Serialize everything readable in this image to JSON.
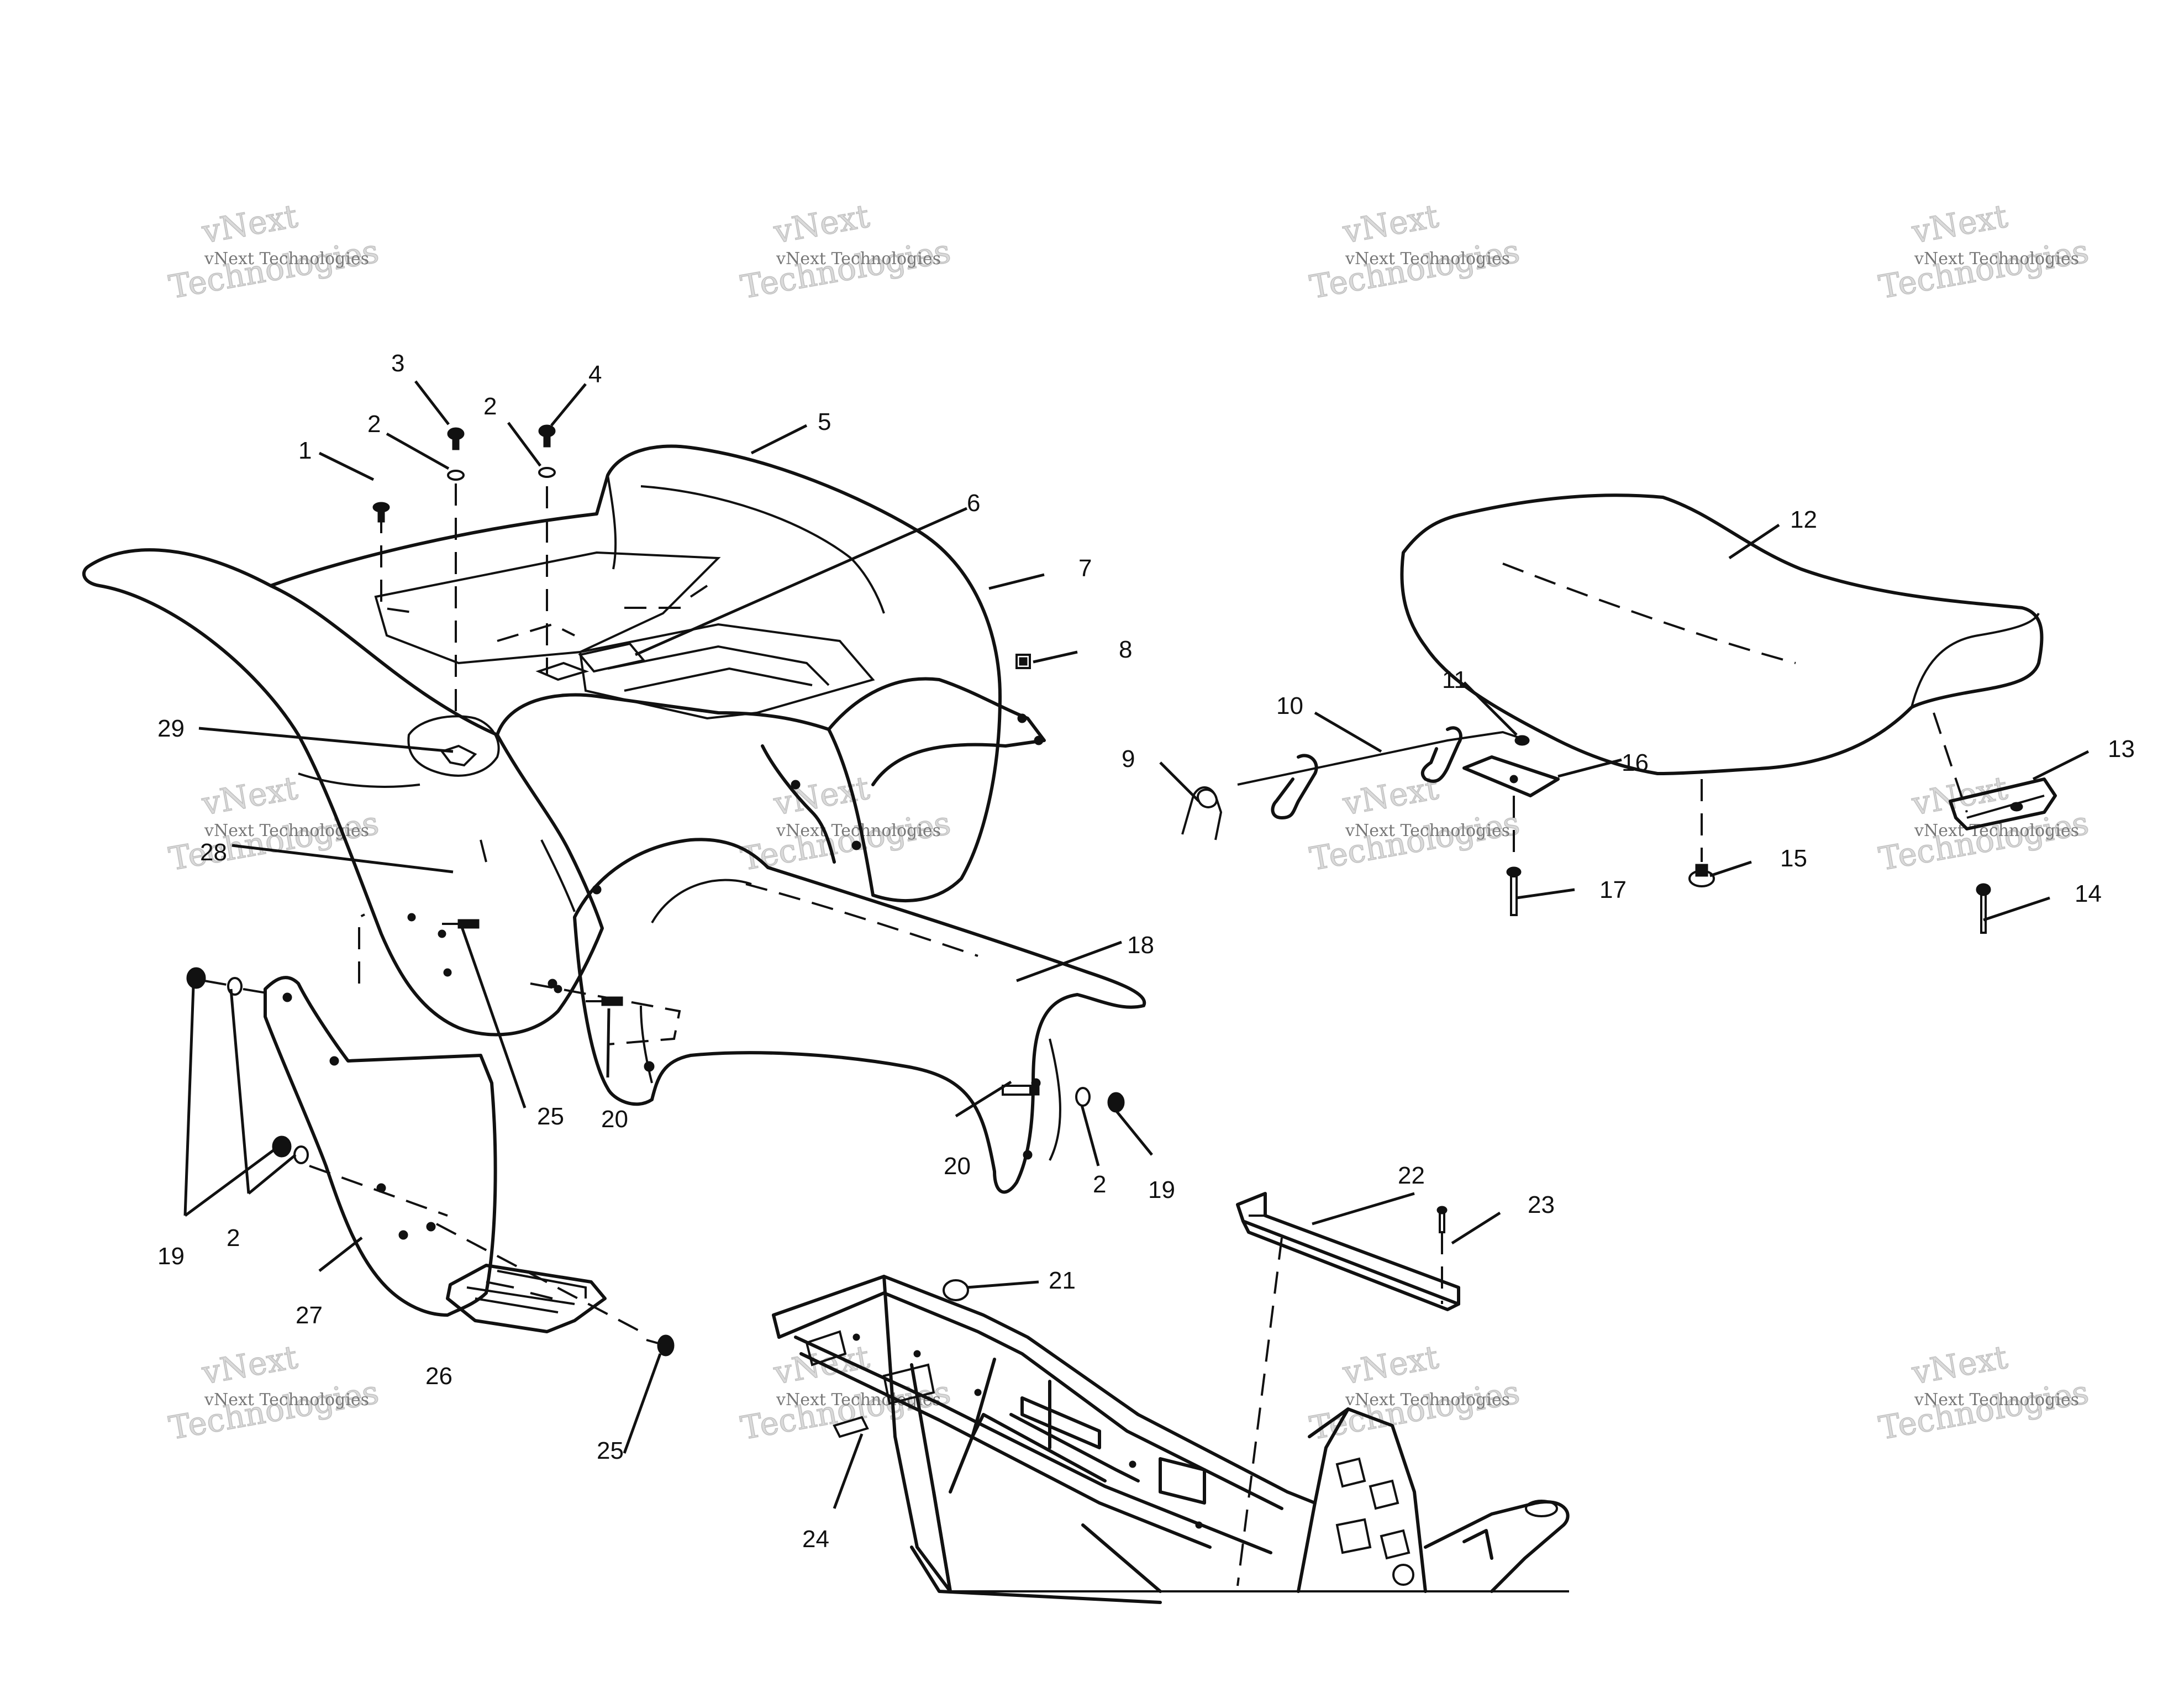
{
  "watermark": {
    "small_line": "vNext Technologies",
    "big_line_1": "vNext",
    "big_line_2": "Technologies"
  },
  "callouts": {
    "c1": "1",
    "c2a": "2",
    "c2b": "2",
    "c2c": "2",
    "c2d": "2",
    "c3": "3",
    "c4": "4",
    "c5": "5",
    "c6": "6",
    "c7": "7",
    "c8": "8",
    "c9": "9",
    "c10": "10",
    "c11": "11",
    "c12": "12",
    "c13": "13",
    "c14": "14",
    "c15": "15",
    "c16": "16",
    "c17": "17",
    "c18": "18",
    "c19a": "19",
    "c19b": "19",
    "c20a": "20",
    "c20b": "20",
    "c21": "21",
    "c22": "22",
    "c23": "23",
    "c24": "24",
    "c25a": "25",
    "c25b": "25",
    "c26": "26",
    "c27": "27",
    "c28": "28",
    "c29": "29"
  }
}
